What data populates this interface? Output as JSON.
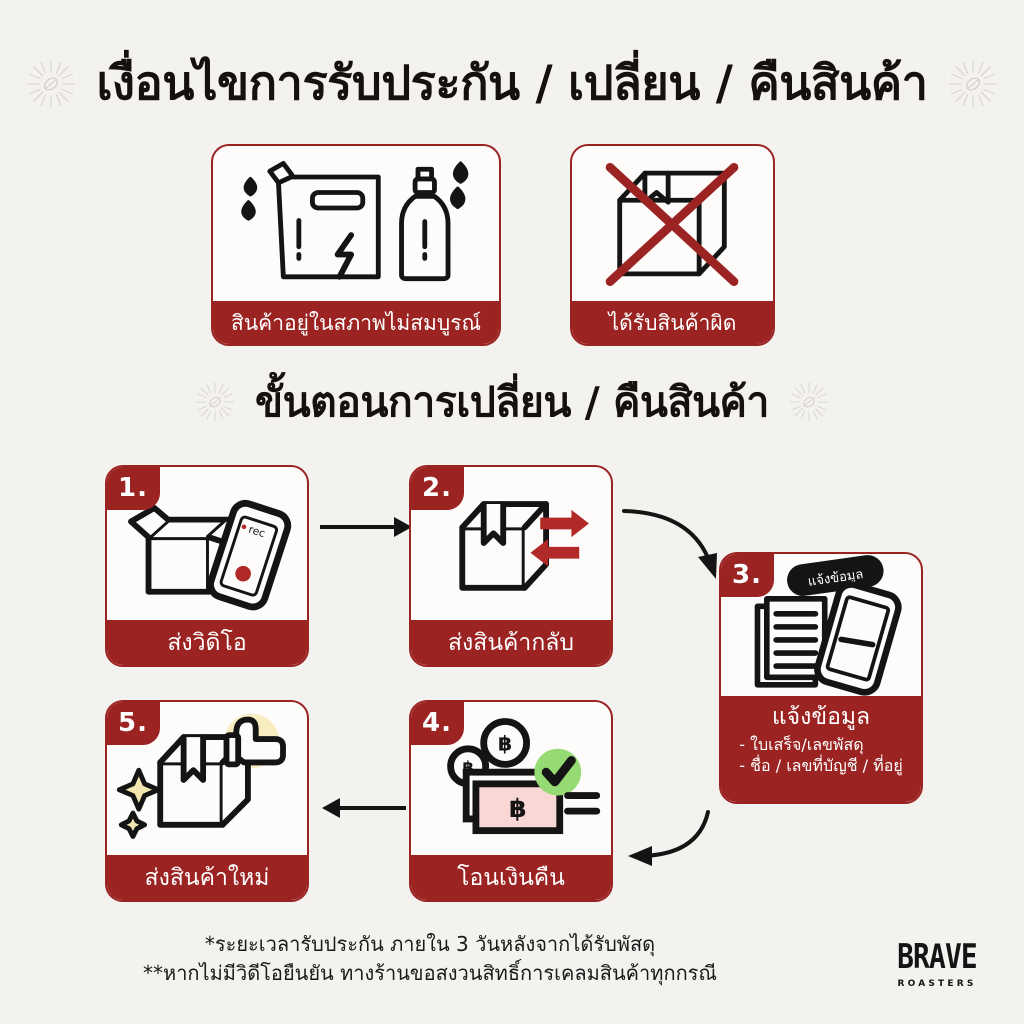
{
  "page": {
    "background_color": "#f4f2ef",
    "brand_red": "#9b2423",
    "ink": "#141414"
  },
  "heading_1": {
    "text": "เงื่อนไขการรับประกัน / เปลี่ยน / คืนสินค้า"
  },
  "heading_2": {
    "text": "ขั้นตอนการเปลี่ยน / คืนสินค้า"
  },
  "conditions": [
    {
      "id": "damaged",
      "label": "สินค้าอยู่ในสภาพไม่สมบูรณ์",
      "icon": "damaged-package-icon"
    },
    {
      "id": "wrong",
      "label": "ได้รับสินค้าผิด",
      "icon": "wrong-item-crossed-box-icon"
    }
  ],
  "steps": [
    {
      "number": "1.",
      "label": "ส่งวิดิโอ",
      "icon": "open-box-phone-recording-icon",
      "phone_text": "rec",
      "bullets": []
    },
    {
      "number": "2.",
      "label": "ส่งสินค้ากลับ",
      "icon": "box-exchange-arrows-icon",
      "bullets": []
    },
    {
      "number": "3.",
      "label": "แจ้งข้อมูล",
      "icon": "documents-phone-icon",
      "bubble_text": "แจ้งข้อมูล",
      "bullets": [
        "- ใบเสร็จ/เลขพัสดุ",
        "- ชื่อ / เลขที่บัญชี / ที่อยู่"
      ]
    },
    {
      "number": "4.",
      "label": "โอนเงินคืน",
      "icon": "money-refund-check-icon",
      "currency_symbol": "฿",
      "bullets": []
    },
    {
      "number": "5.",
      "label": "ส่งสินค้าใหม่",
      "icon": "new-box-thumbs-up-icon",
      "bullets": []
    }
  ],
  "footnotes": {
    "line_1": "*ระยะเวลารับประกัน ภายใน 3 วันหลังจากได้รับพัสดุ",
    "line_2": "**หากไม่มีวิดีโอยืนยัน ทางร้านขอสงวนสิทธิ์การเคลมสินค้าทุกกรณี"
  },
  "logo": {
    "name": "BRAVE",
    "tagline": "ROASTERS"
  }
}
